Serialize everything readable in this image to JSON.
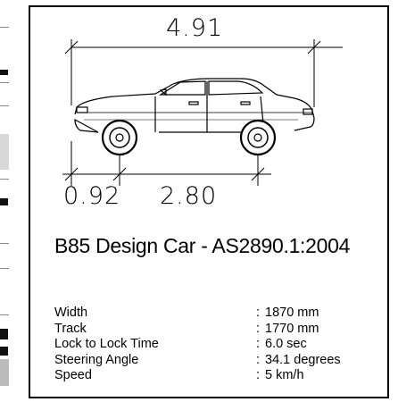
{
  "drawing": {
    "overall_length": "4.91",
    "front_overhang": "0.92",
    "wheelbase": "2.80",
    "title": "B85 Design Car - AS2890.1:2004"
  },
  "specs": [
    {
      "label": "Width",
      "sep": ":",
      "value": "1870 mm"
    },
    {
      "label": "Track",
      "sep": ":",
      "value": "1770 mm"
    },
    {
      "label": "Lock to Lock Time",
      "sep": ":",
      "value": "6.0 sec"
    },
    {
      "label": "Steering Angle",
      "sep": ":",
      "value": "34.1 degrees"
    },
    {
      "label": "Speed",
      "sep": ":",
      "value": "5 km/h"
    }
  ]
}
